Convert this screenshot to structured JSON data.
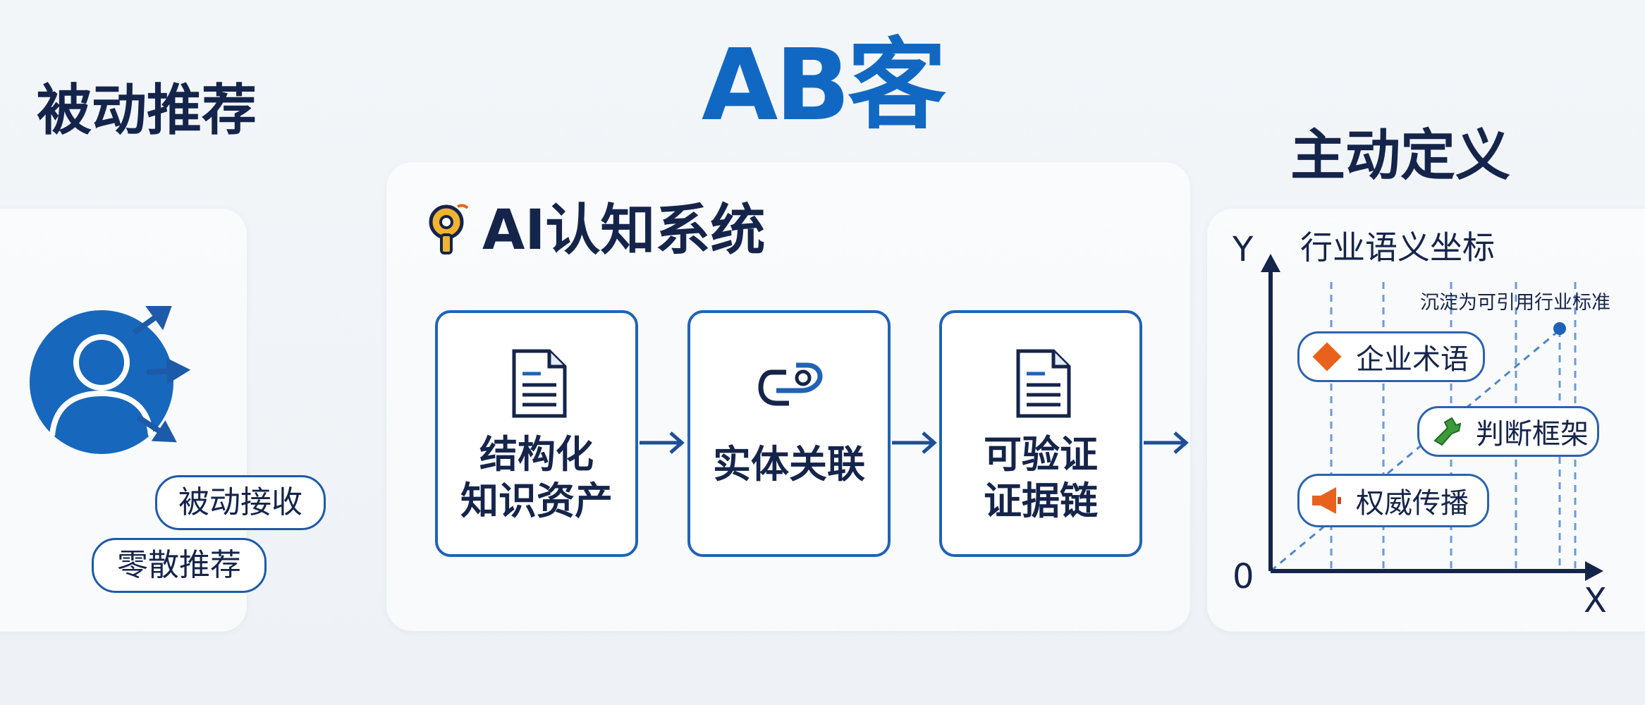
{
  "brand": "AB客",
  "left": {
    "title": "被动推荐",
    "tags": [
      "被动接收",
      "零散推荐"
    ],
    "icons": [
      "user-avatar-icon",
      "arrow-up-right-icon",
      "arrow-right-icon",
      "arrow-down-right-icon"
    ]
  },
  "center": {
    "title": "AI认知系统",
    "title_icon": "key-lightbulb-icon",
    "cards": [
      {
        "line1": "结构化",
        "line2": "知识资产",
        "icon": "document-icon"
      },
      {
        "line1": "实体关联",
        "line2": "",
        "icon": "chain-link-icon"
      },
      {
        "line1": "可验证",
        "line2": "证据链",
        "icon": "document-icon"
      }
    ]
  },
  "right": {
    "title": "主动定义",
    "chart_title": "行业语义坐标",
    "y_label": "Y",
    "x_label": "X",
    "origin_label": "0",
    "annotation": "沉淀为可引用行业标准",
    "pills": [
      {
        "label": "企业术语",
        "icon": "diamond-icon"
      },
      {
        "label": "判断框架",
        "icon": "puzzle-piece-icon"
      },
      {
        "label": "权威传播",
        "icon": "megaphone-icon"
      }
    ]
  },
  "colors": {
    "brand_blue": "#1168c2",
    "navy": "#15244a",
    "card_border": "#1f63b6",
    "accent_orange": "#e8621e",
    "accent_green": "#3d9a3a",
    "icon_yellow": "#f1b431"
  }
}
